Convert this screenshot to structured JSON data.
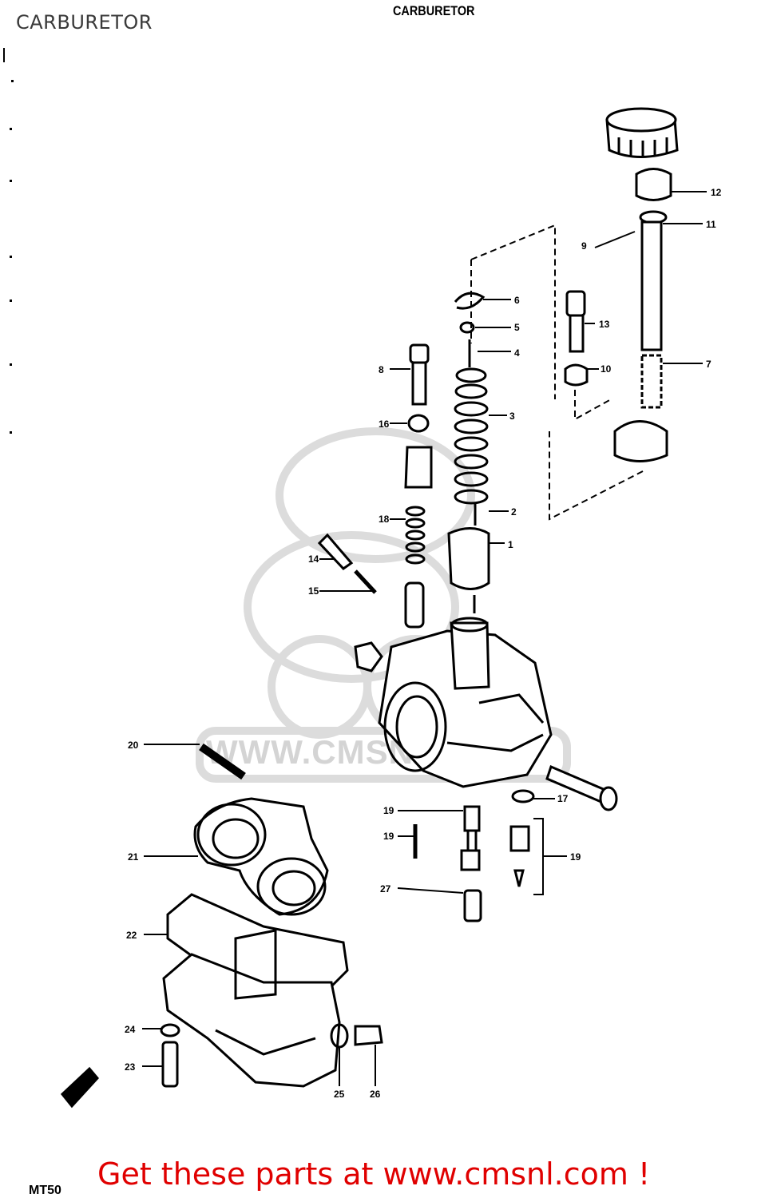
{
  "page_title": "CARBURETOR",
  "diagram_heading": "CARBURETOR",
  "bottom_code": "MT50",
  "promo_text": "Get these parts at www.cmsnl.com !",
  "watermark": "WWW.CMSNL.COM",
  "colors": {
    "promo": "#e00000",
    "watermark": "#d4d4d4",
    "ink": "#000000"
  },
  "part_refs": [
    "1",
    "2",
    "3",
    "4",
    "5",
    "6",
    "7",
    "8",
    "9",
    "10",
    "11",
    "12",
    "13",
    "14",
    "15",
    "16",
    "17",
    "18",
    "19",
    "20",
    "21",
    "22",
    "23",
    "24",
    "25",
    "26",
    "27"
  ]
}
